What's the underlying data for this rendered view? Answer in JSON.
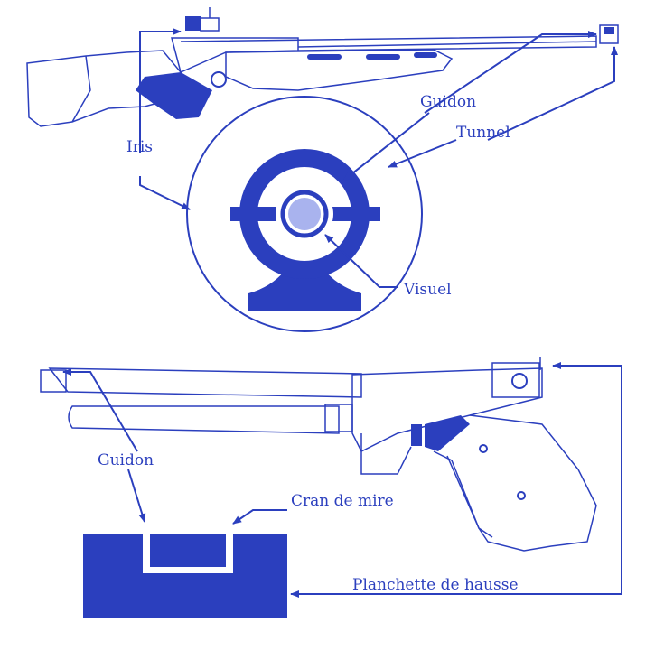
{
  "labels": {
    "iris": "Iris",
    "guidon_top": "Guidon",
    "tunnel": "Tunnel",
    "visuel": "Visuel",
    "guidon_bottom": "Guidon",
    "cran": "Cran de mire",
    "planchette": "Planchette de hausse"
  },
  "colors": {
    "ink": "#2b3fbe",
    "light_fill": "#a9b3ee"
  }
}
